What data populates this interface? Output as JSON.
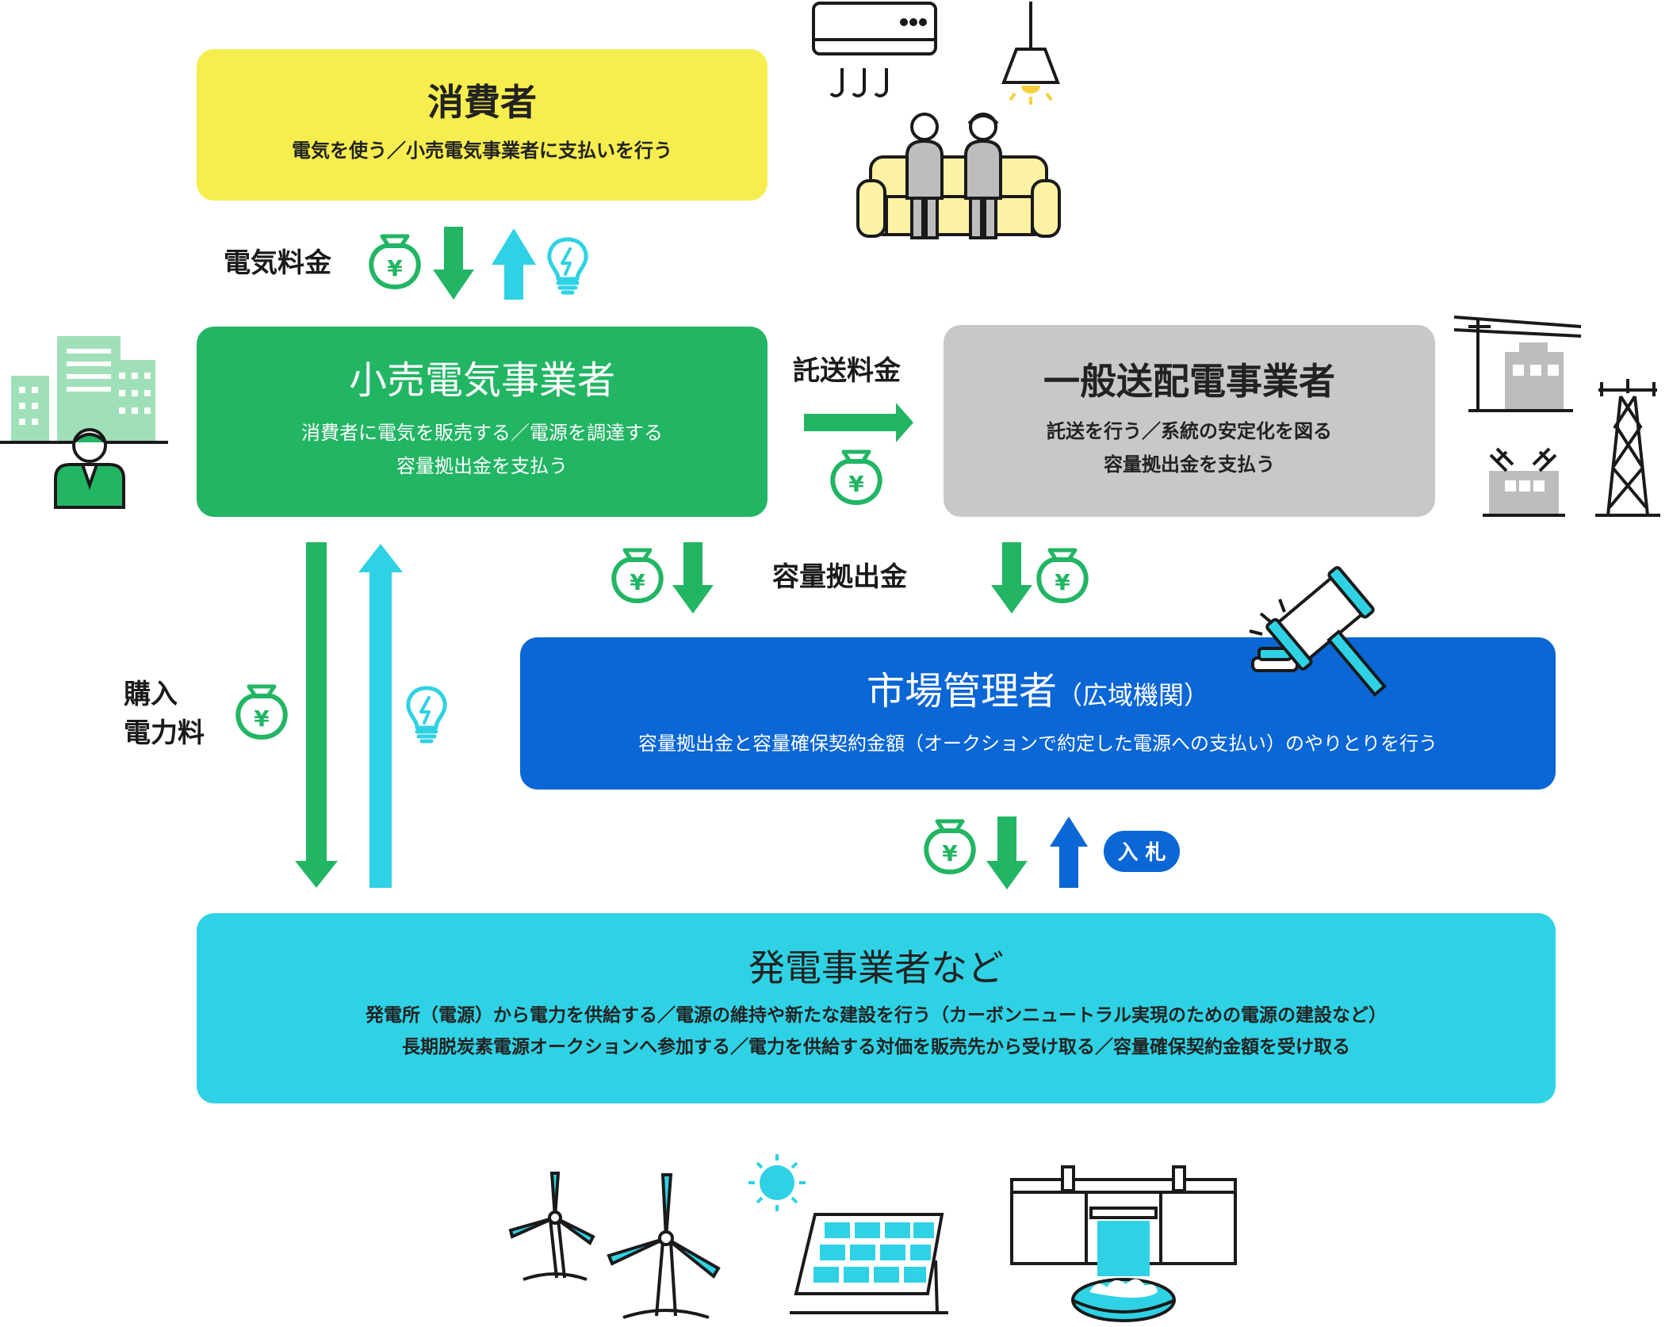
{
  "colors": {
    "consumer_bg": "#f6ee4e",
    "retailer_bg": "#22b564",
    "transmission_bg": "#c8c8c8",
    "market_bg": "#0b66d6",
    "generator_bg": "#2fd2e4",
    "money_green": "#22b564",
    "electricity_cyan": "#2fd2e4",
    "bid_blue": "#0b66d6"
  },
  "consumer": {
    "title": "消費者",
    "desc": "電気を使う／小売電気事業者に支払いを行う"
  },
  "retailer": {
    "title": "小売電気事業者",
    "desc_line1": "消費者に電気を販売する／電源を調達する",
    "desc_line2": "容量拠出金を支払う"
  },
  "transmission": {
    "title": "一般送配電事業者",
    "desc_line1": "託送を行う／系統の安定化を図る",
    "desc_line2": "容量拠出金を支払う"
  },
  "market": {
    "title": "市場管理者",
    "title_suffix": "（広域機関）",
    "desc": "容量拠出金と容量確保契約金額（オークションで約定した電源への支払い）のやりとりを行う"
  },
  "generator": {
    "title": "発電事業者など",
    "desc_line1": "発電所（電源）から電力を供給する／電源の維持や新たな建設を行う（カーボンニュートラル実現のための電源の建設など）",
    "desc_line2": "長期脱炭素電源オークションへ参加する／電力を供給する対価を販売先から受け取る／容量確保契約金額を受け取る"
  },
  "flows": {
    "electricity_fee": "電気料金",
    "consignment_fee": "託送料金",
    "capacity_contribution": "容量拠出金",
    "purchase_power_fee_line1": "購入",
    "purchase_power_fee_line2": "電力料",
    "bid": "入 札"
  },
  "icons": {
    "money": "money-bag-yen-icon",
    "bulb": "lightbulb-icon",
    "yen_symbol": "¥"
  }
}
